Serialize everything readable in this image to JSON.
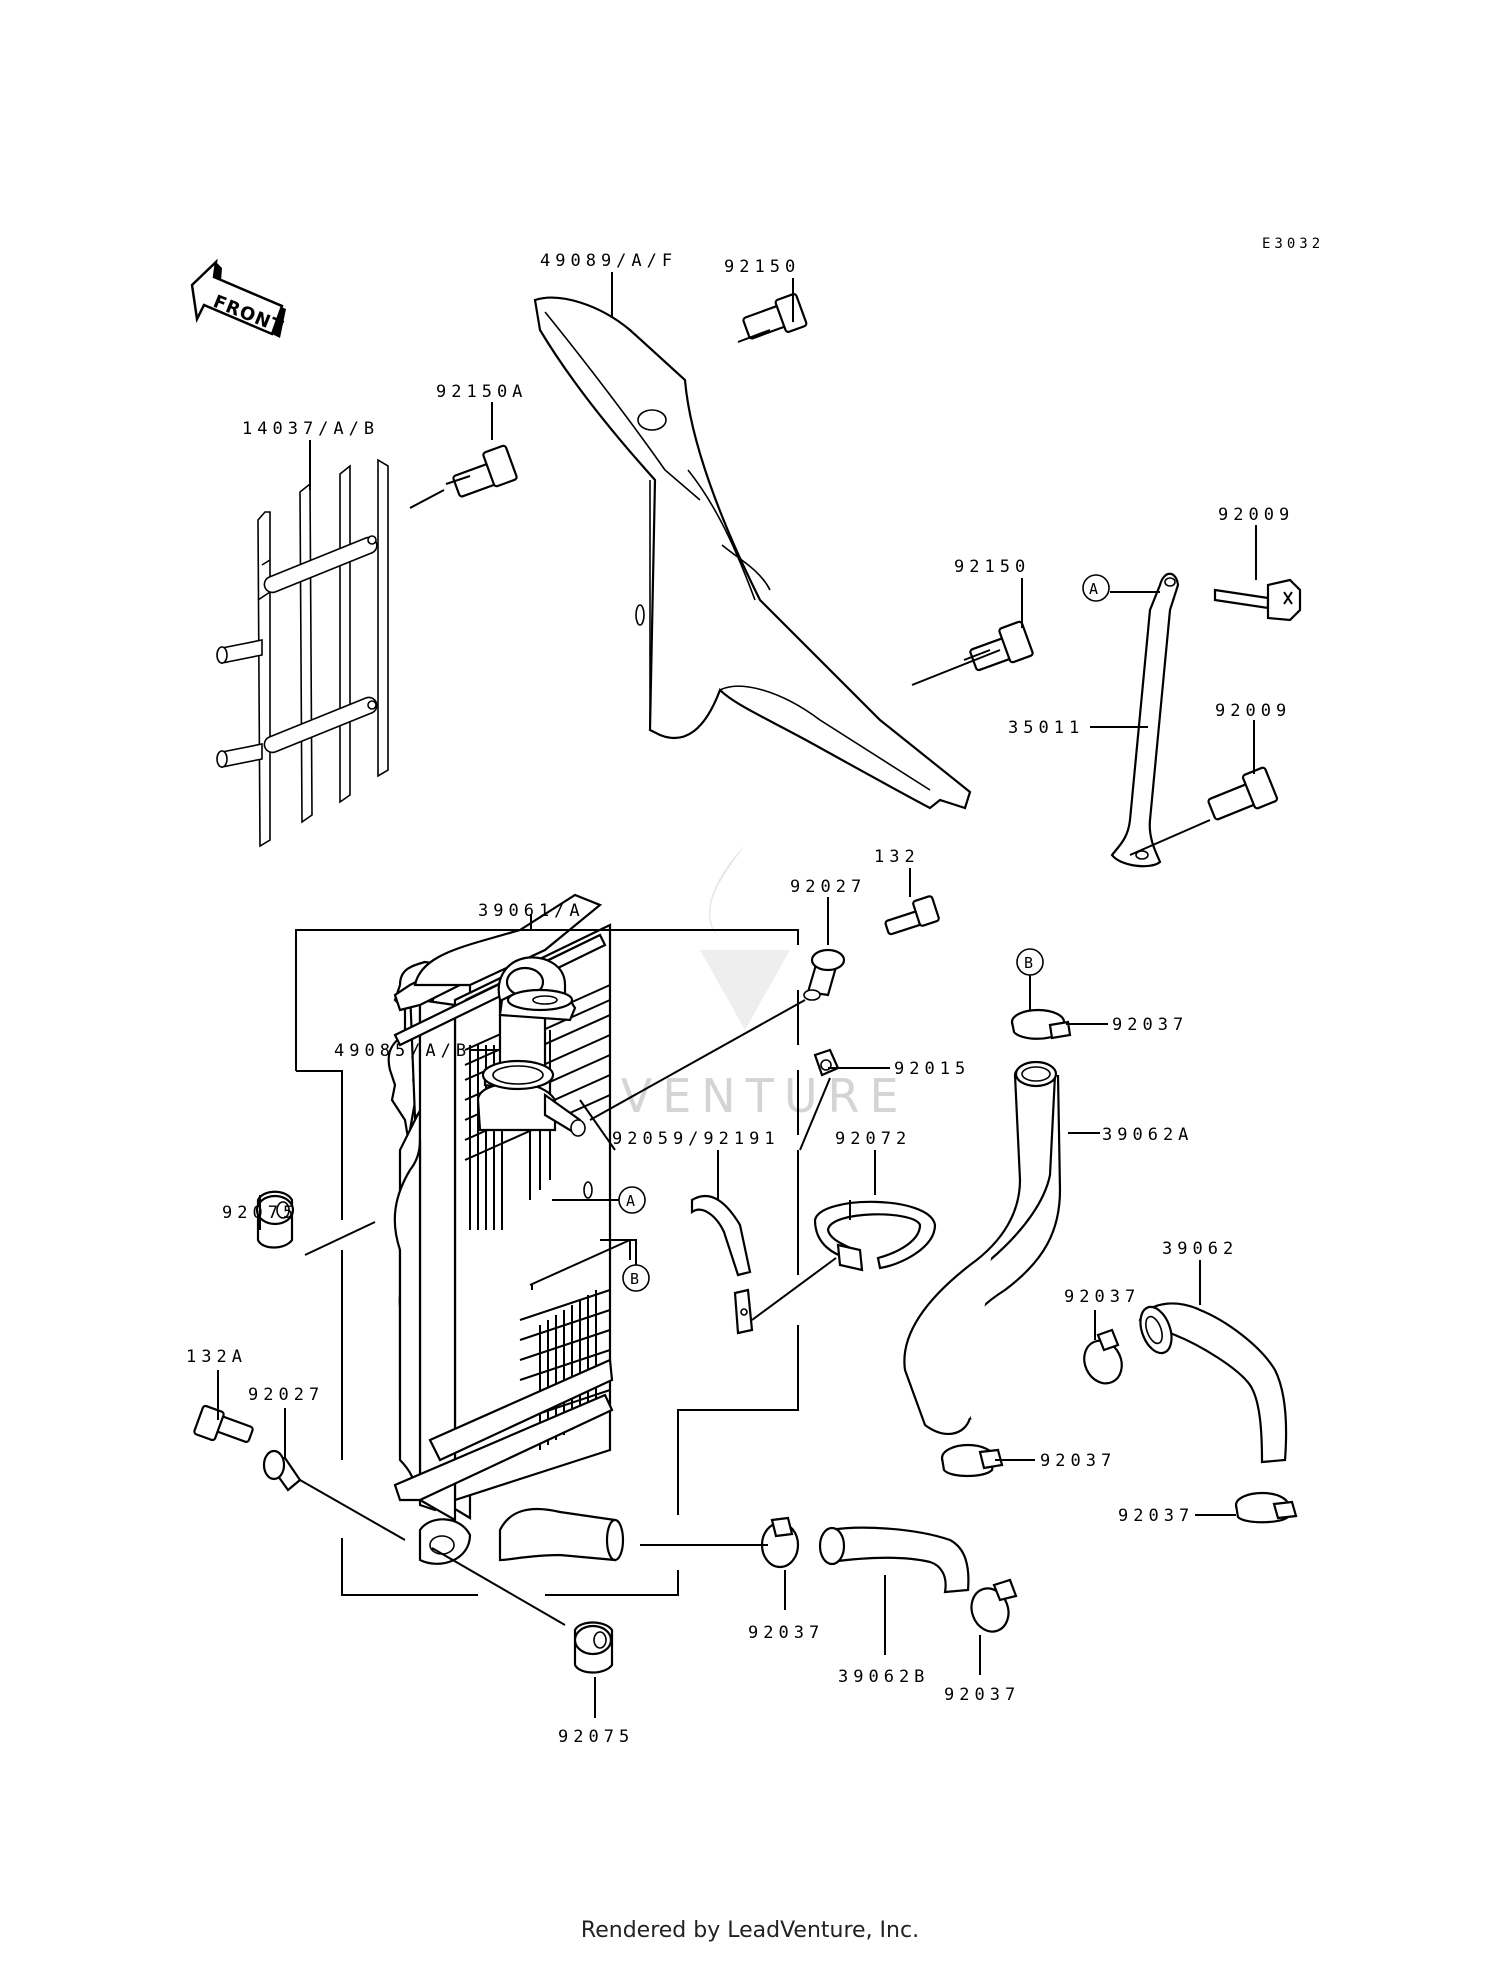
{
  "diagram": {
    "code": "E3032",
    "front_label": "FRONT",
    "watermark": "LEADVENTURE",
    "callouts": {
      "p49089": "49089/A/F",
      "p92150_top": "92150",
      "p92150A": "92150A",
      "p14037": "14037/A/B",
      "p92150_mid": "92150",
      "p92009_top": "92009",
      "p35011": "35011",
      "p92009_bot": "92009",
      "p132": "132",
      "p92027_top": "92027",
      "p39061": "39061/A",
      "p49085": "49085/A/B",
      "p92015": "92015",
      "p92059": "92059/92191",
      "p92072": "92072",
      "p92037_b": "92037",
      "p39062A": "39062A",
      "p92075_left": "92075",
      "p132A": "132A",
      "p92027_left": "92027",
      "p92037_mid": "92037",
      "p39062": "39062",
      "p92037_low": "92037",
      "p92037_right": "92037",
      "p92037_hose": "92037",
      "p39062B": "39062B",
      "p92037_bot": "92037",
      "p92075_bot": "92075"
    },
    "markers": {
      "a_strap": "A",
      "b_clamp": "B",
      "a_rad": "A",
      "b_rad": "B"
    }
  },
  "footer": "Rendered by LeadVenture, Inc."
}
